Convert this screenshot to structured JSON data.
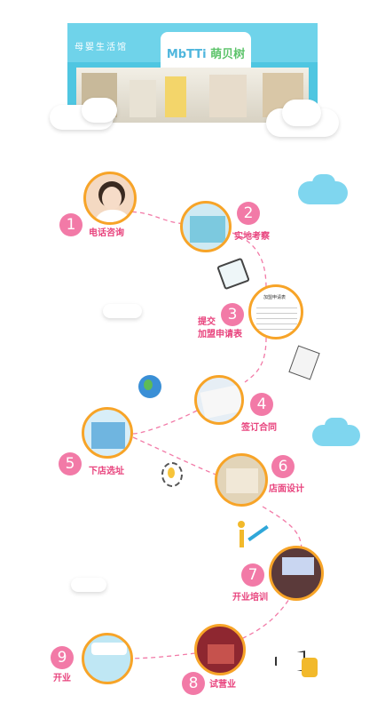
{
  "storefront": {
    "label": "母婴生活馆",
    "brand_latin": "MbTTi",
    "brand_cn": "萌贝树"
  },
  "steps": [
    {
      "num": "1",
      "label": "电话咨询"
    },
    {
      "num": "2",
      "label": "实地考察"
    },
    {
      "num": "3",
      "label_line1": "提交",
      "label_line2": "加盟申请表"
    },
    {
      "num": "4",
      "label": "签订合同"
    },
    {
      "num": "5",
      "label": "下店选址"
    },
    {
      "num": "6",
      "label": "店面设计"
    },
    {
      "num": "7",
      "label": "开业培训"
    },
    {
      "num": "8",
      "label": "试营业"
    },
    {
      "num": "9",
      "label": "开业"
    }
  ],
  "form_title": "加盟申请表",
  "colors": {
    "accent_pink": "#f27aa7",
    "label_pink": "#e8437d",
    "ring_orange": "#f7a428",
    "sky_blue": "#4fc6e1"
  }
}
